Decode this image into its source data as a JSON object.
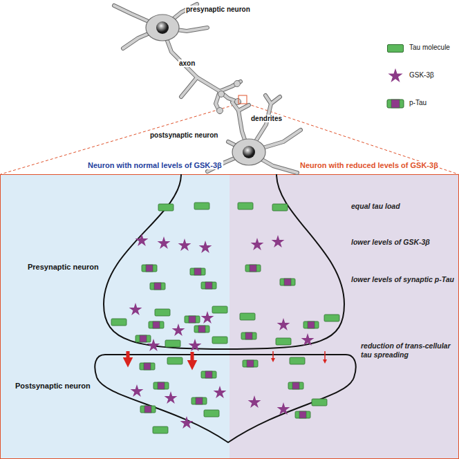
{
  "diagram": {
    "nodes": [
      {
        "text": [
          "Neuron with normal levels of GSK-3β",
          "Presynaptic neuron",
          "Postsynaptic neuron"
        ]
      },
      {
        "text": [
          "Neuron with reduced levels of GSK-3β",
          "equal tau load",
          "lower levels of GSK-3β",
          "lower levels of synaptic p-Tau",
          "reduction of trans-cellular tau spreading"
        ]
      }
    ],
    "labels": [
      "presynaptic neuron",
      "axon",
      "dendrites",
      "postsynaptic neuron"
    ],
    "legend": [
      {
        "text": "Tau molecule",
        "color": "#5cb85c"
      },
      {
        "text": "GSK-3β"
      },
      {
        "text": "p-Tau"
      }
    ]
  }
}
